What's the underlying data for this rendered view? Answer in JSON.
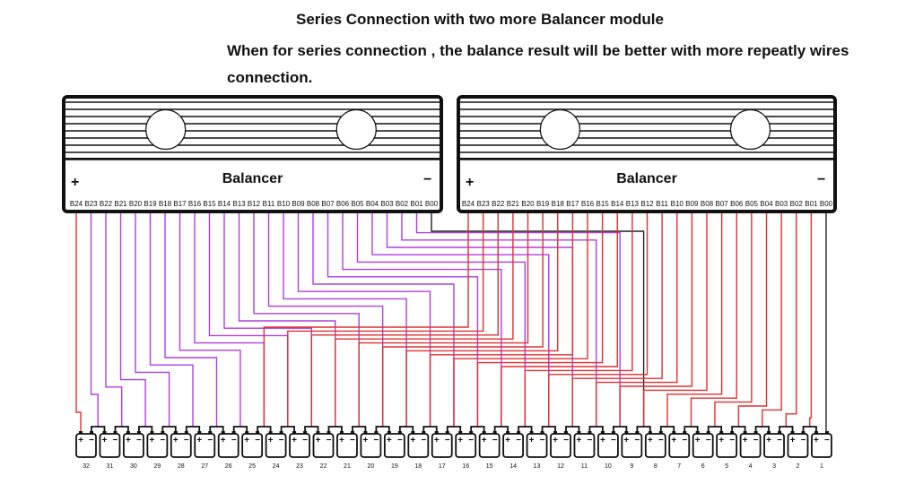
{
  "header": {
    "title": "Series Connection with two more Balancer module",
    "subtitle": "When for series connection , the balance result will be better with more repeatly wires connection."
  },
  "balancers": [
    {
      "id": "left",
      "name": "Balancer",
      "plus_label": "+",
      "minus_label": "−",
      "pins": [
        "B24",
        "B23",
        "B22",
        "B21",
        "B20",
        "B19",
        "B18",
        "B17",
        "B16",
        "B15",
        "B14",
        "B13",
        "B12",
        "B11",
        "B10",
        "B09",
        "B08",
        "B07",
        "B06",
        "B05",
        "B04",
        "B03",
        "B02",
        "B01",
        "B00"
      ],
      "wire_color_main": "#b03ee0",
      "wire_color_first": "#e03030",
      "wire_color_last": "#222222"
    },
    {
      "id": "right",
      "name": "Balancer",
      "plus_label": "+",
      "minus_label": "−",
      "pins": [
        "B24",
        "B23",
        "B22",
        "B21",
        "B20",
        "B19",
        "B18",
        "B17",
        "B16",
        "B15",
        "B14",
        "B13",
        "B12",
        "B11",
        "B10",
        "B09",
        "B08",
        "B07",
        "B06",
        "B05",
        "B04",
        "B03",
        "B02",
        "B01",
        "B00"
      ],
      "wire_color_main": "#e03030",
      "wire_color_first": "#e03030",
      "wire_color_last": "#222222"
    }
  ],
  "cells": {
    "count": 32,
    "labels": [
      "32",
      "31",
      "30",
      "29",
      "28",
      "27",
      "26",
      "25",
      "24",
      "23",
      "22",
      "21",
      "20",
      "19",
      "18",
      "17",
      "16",
      "15",
      "14",
      "13",
      "12",
      "11",
      "10",
      "9",
      "8",
      "7",
      "6",
      "5",
      "4",
      "3",
      "2",
      "1"
    ],
    "plus_sign": "+",
    "minus_sign": "−"
  },
  "wiring": {
    "left_balancer_cells": "B24 → cell 32 (+); B23..B01 → joints of cells 31..9; B00 → joint of cells 9/8",
    "right_balancer_cells": "B24..B01 → joints of cells 24..1; B00 → cell 1 (−)",
    "colors": {
      "purple": "#b03ee0",
      "red": "#e03030",
      "black": "#222222"
    }
  }
}
